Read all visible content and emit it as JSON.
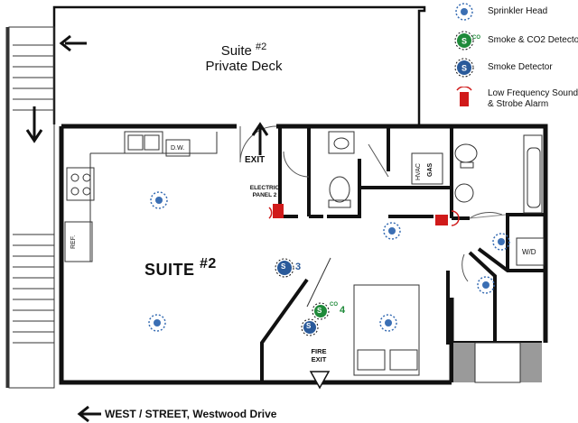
{
  "legend": [
    {
      "icon": "sprinkler-head-icon",
      "label": "Sprinkler Head"
    },
    {
      "icon": "smoke-co2-detector-icon",
      "label": "Smoke & CO2 Detector"
    },
    {
      "icon": "smoke-detector-icon",
      "label": "Smoke Detector"
    },
    {
      "icon": "strobe-alarm-icon",
      "label": "Low Frequency Sound\n& Strobe Alarm"
    }
  ],
  "deck": {
    "prefix": "Suite ",
    "number": "#2",
    "subtitle": "Private Deck"
  },
  "suite": {
    "prefix": "SUITE ",
    "number": "#2"
  },
  "labels": {
    "exit": "EXIT",
    "electric_panel": "ELECTRIC\nPANEL 2",
    "fire_exit": "FIRE\nEXIT",
    "street": "WEST / STREET, Westwood Drive",
    "dishwasher": "D.W.",
    "refrigerator": "REF.",
    "hvac": "HVAC",
    "gas": "GAS",
    "washer_dryer": "W/D"
  },
  "detectors": {
    "smoke_number": "3",
    "co_tag": "CO",
    "co_number": "4",
    "s_glyph": "S"
  },
  "colors": {
    "sprinkler": "#3b6fb4",
    "smoke_co2": "#1f8a3a",
    "smoke": "#2a5a9a",
    "alarm": "#d01a1a",
    "wall": "#111111"
  }
}
